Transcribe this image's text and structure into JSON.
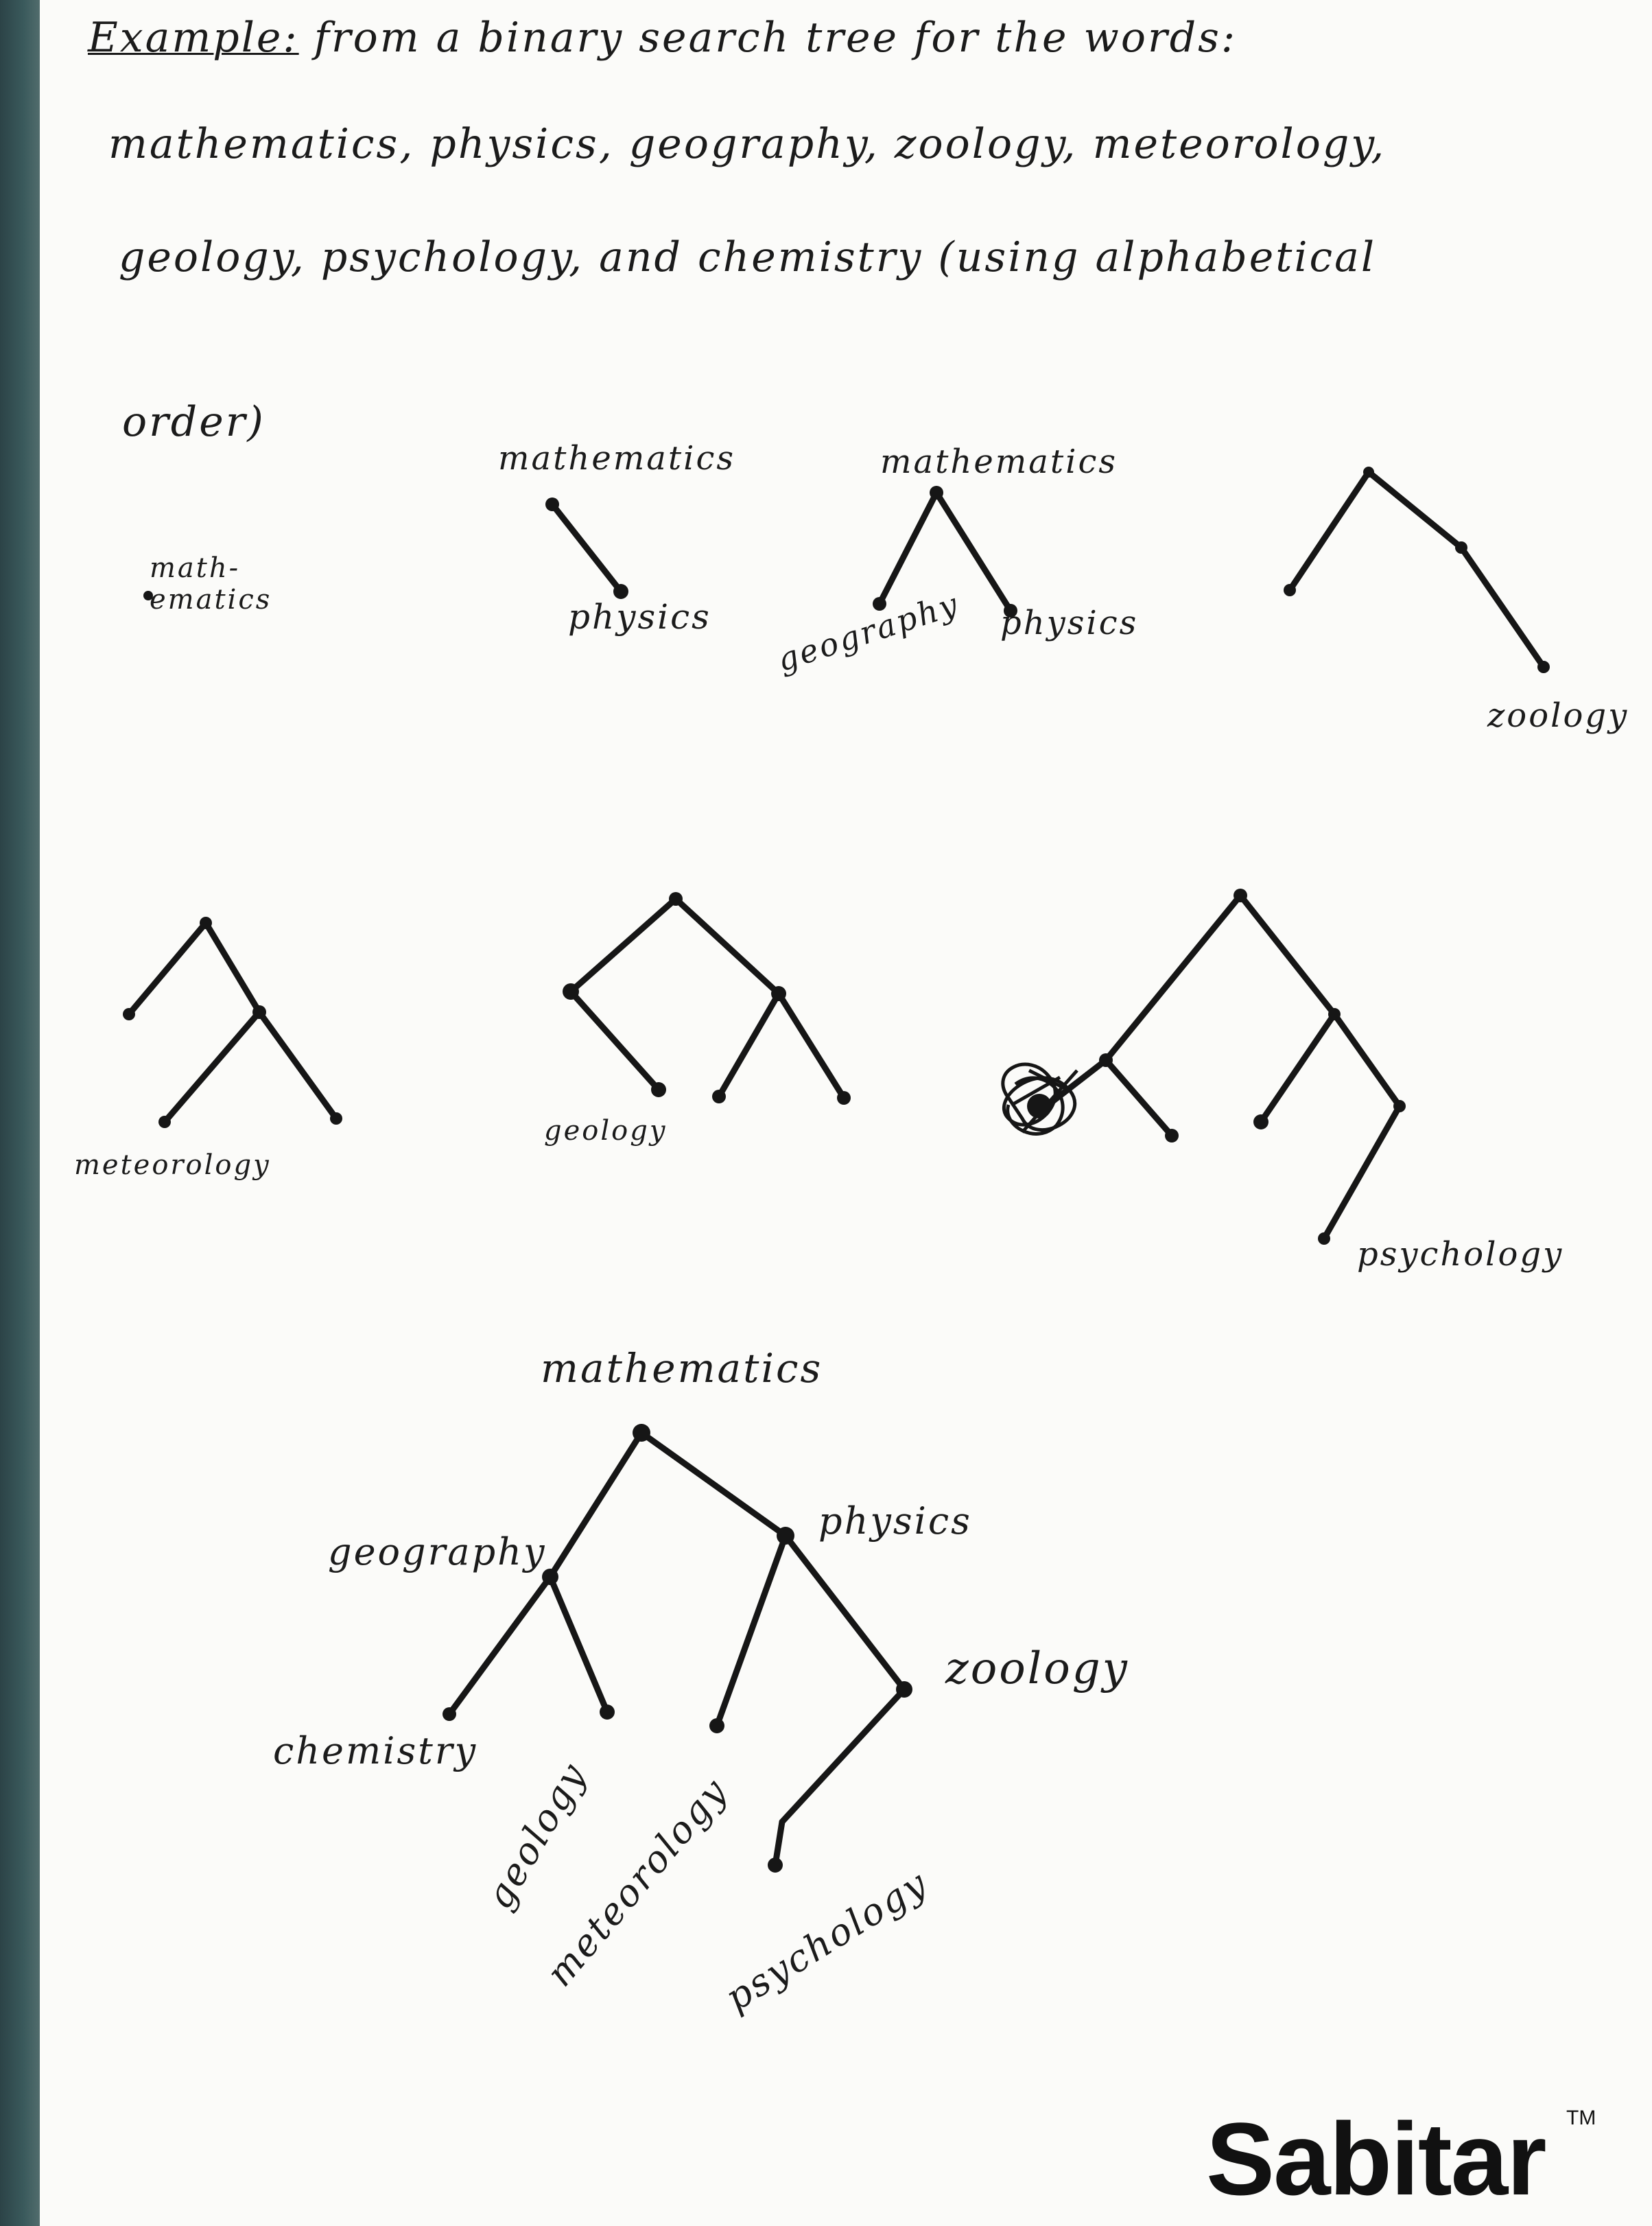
{
  "heading": {
    "label": "Example:",
    "line1": "from a binary search tree for the words:",
    "line2": "mathematics, physics, geography, zoology, meteorology,",
    "line3": "geology, psychology, and chemistry (using alphabetical",
    "line4": "order)"
  },
  "steps": {
    "step1": {
      "root": "math-\nematics"
    },
    "step2": {
      "root": "mathematics",
      "child": "physics"
    },
    "step3": {
      "root": "mathematics",
      "left": "geography",
      "right": "physics"
    },
    "step4": {
      "new": "zoology"
    },
    "step5": {
      "new": "meteorology"
    },
    "step6": {
      "new": "geology"
    },
    "step7": {
      "new": "psychology"
    }
  },
  "final_tree": {
    "root": "mathematics",
    "geography": "geography",
    "physics": "physics",
    "chemistry": "chemistry",
    "geology": "geology",
    "meteorology": "meteorology",
    "zoology": "zoology",
    "psychology": "psychology"
  },
  "brand": {
    "name": "Sabitar",
    "tm": "TM"
  }
}
